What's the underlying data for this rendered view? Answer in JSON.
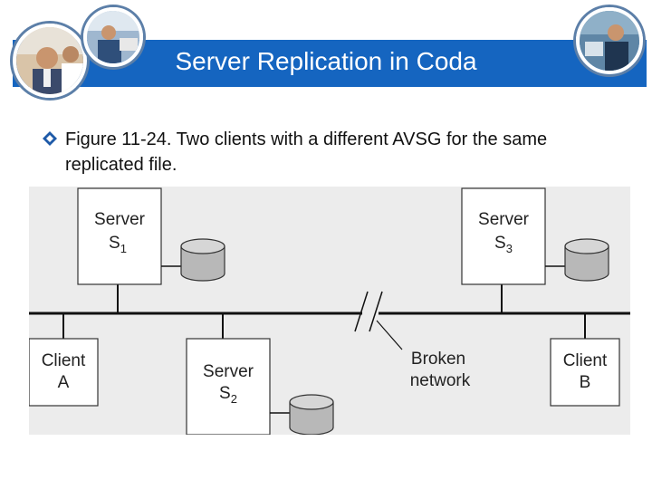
{
  "slide": {
    "title": "Server Replication in Coda",
    "bullet": "Figure 11-24. Two clients with a different AVSG for the same replicated file."
  },
  "icons": {
    "bullet": "diamond-bullet-icon",
    "photo_left": "businesspeople-photo-icon",
    "photo_mid": "office-photo-icon",
    "photo_right": "worker-photo-icon",
    "disk": "disk-icon"
  },
  "colors": {
    "title_bar": "#1565c0",
    "bullet": "#1e5aa8",
    "figure_bg": "#ececec"
  },
  "diagram": {
    "server1": {
      "name": "Server",
      "sub": "1",
      "letter": "S"
    },
    "server2": {
      "name": "Server",
      "sub": "2",
      "letter": "S"
    },
    "server3": {
      "name": "Server",
      "sub": "3",
      "letter": "S"
    },
    "client_a": {
      "line1": "Client",
      "line2": "A"
    },
    "client_b": {
      "line1": "Client",
      "line2": "B"
    },
    "broken": {
      "line1": "Broken",
      "line2": "network"
    }
  }
}
